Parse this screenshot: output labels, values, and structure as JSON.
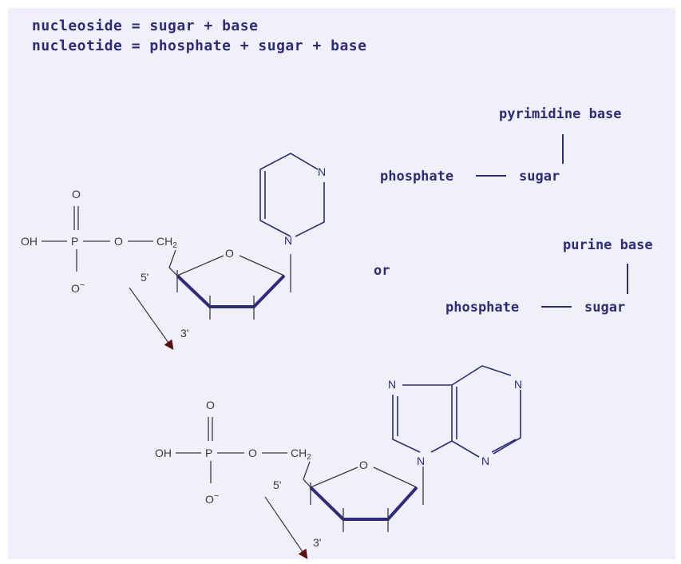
{
  "definitions": {
    "nucleoside": "nucleoside = sugar + base",
    "nucleotide": "nucleotide = phosphate + sugar + base"
  },
  "schematic": {
    "pyrimidine": {
      "base": "pyrimidine base",
      "phosphate": "phosphate",
      "sugar": "sugar"
    },
    "or": "or",
    "purine": {
      "base": "purine base",
      "phosphate": "phosphate",
      "sugar": "sugar"
    }
  },
  "top_structure": {
    "oh": "OH",
    "p": "P",
    "o_double": "O",
    "o_minus": "O",
    "o_bridge": "O",
    "ch2": "CH",
    "ring_o": "O",
    "n1": "N",
    "n2": "N",
    "five_prime": "5'",
    "three_prime": "3'"
  },
  "bottom_structure": {
    "oh": "OH",
    "p": "P",
    "o_double": "O",
    "o_minus": "O",
    "o_bridge": "O",
    "ch2": "CH",
    "ring_o": "O",
    "n1": "N",
    "n2": "N",
    "n3": "N",
    "n4": "N",
    "five_prime": "5'",
    "three_prime": "3'"
  },
  "colors": {
    "label": "#2d2c7a",
    "background": "#f0f0fb",
    "bond": "#3a3a3a",
    "arrow": "#5a1010"
  }
}
